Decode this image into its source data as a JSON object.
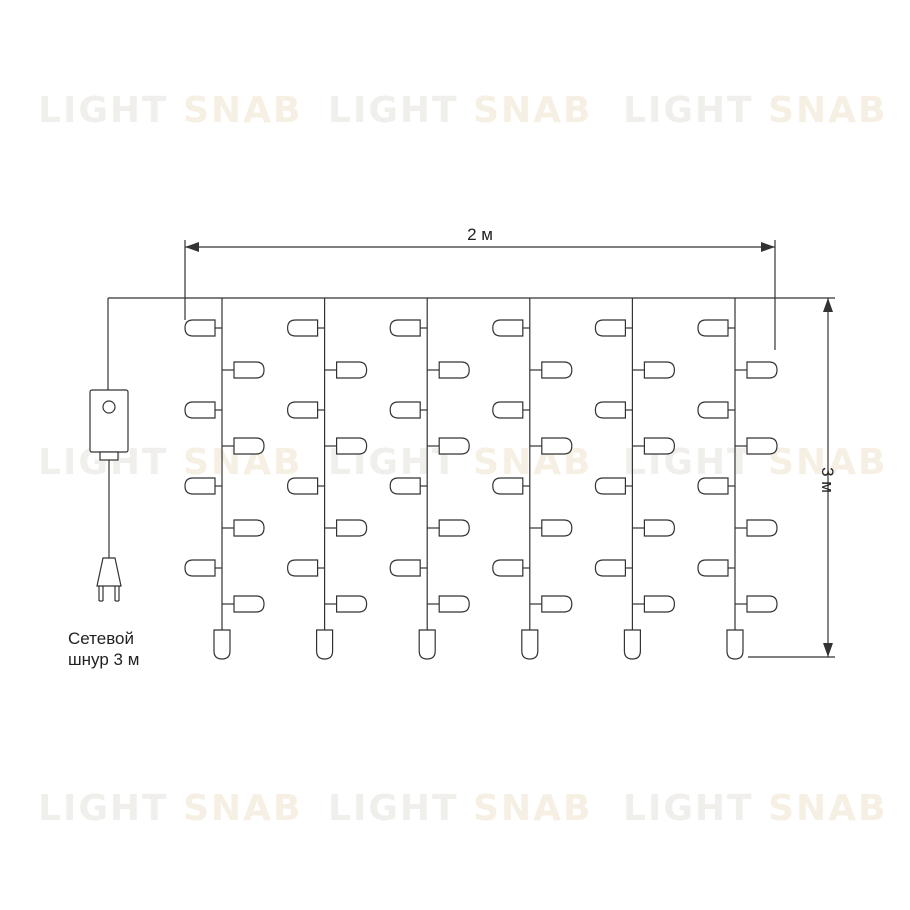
{
  "watermark": {
    "part1": "LIGHT",
    "part2": "SNAB"
  },
  "dimensions": {
    "width": "2 м",
    "height": "3 м"
  },
  "caption": {
    "line1": "Сетевой",
    "line2": "шнур 3 м"
  },
  "curtain": {
    "strands": 6,
    "leds_per_strand": 9
  },
  "icons": [
    "controller-box-icon",
    "power-plug-icon",
    "led-bulb-icon"
  ],
  "colors": {
    "line": "#333333",
    "watermark": "#f1efec"
  }
}
